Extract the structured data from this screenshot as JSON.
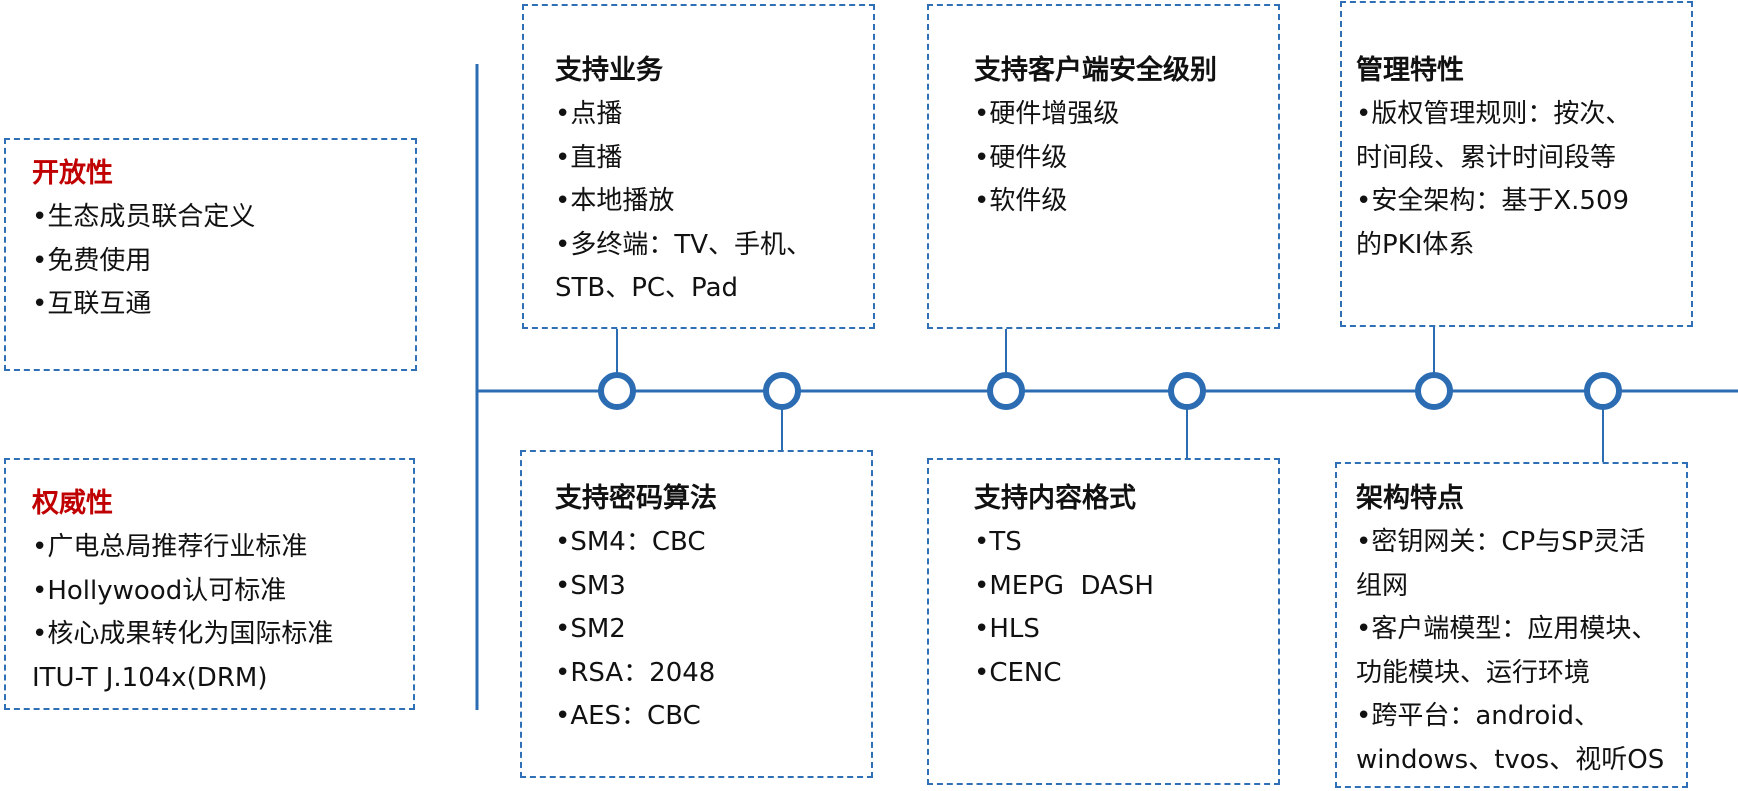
{
  "left_panels": [
    {
      "title": "开放性",
      "items": [
        "•生态成员联合定义",
        "•免费使用",
        "•互联互通"
      ]
    },
    {
      "title": "权威性",
      "items": [
        "•广电总局推荐行业标准",
        "•Hollywood认可标准",
        "•核心成果转化为国际标准",
        "ITU-T J.104x(DRM)"
      ]
    }
  ],
  "top_boxes": [
    {
      "title": "支持业务",
      "items": [
        "•点播",
        "•直播",
        "•本地播放",
        "•多终端：TV、手机、",
        "STB、PC、Pad"
      ]
    },
    {
      "title": "支持客户端安全级别",
      "items": [
        "•硬件增强级",
        "•硬件级",
        "•软件级"
      ]
    },
    {
      "title": "管理特性",
      "items": [
        "•版权管理规则：按次、",
        "时间段、累计时间段等",
        "•安全架构：基于X.509",
        "的PKI体系"
      ]
    }
  ],
  "bottom_boxes": [
    {
      "title": "支持密码算法",
      "items": [
        "•SM4：CBC",
        "•SM3",
        "•SM2",
        "•RSA：2048",
        "•AES：CBC"
      ]
    },
    {
      "title": "支持内容格式",
      "items": [
        "•TS",
        "•MEPG  DASH",
        "•HLS",
        "•CENC"
      ]
    },
    {
      "title": "架构特点",
      "items": [
        "•密钥网关：CP与SP灵活",
        "组网",
        "•客户端模型：应用模块、",
        "功能模块、运行环境",
        "•跨平台：android、",
        "windows、tvos、视听OS"
      ]
    }
  ],
  "colors": {
    "line": "#2b6cb3",
    "border": "#2f6fb5",
    "accent_red": "#c00000"
  }
}
